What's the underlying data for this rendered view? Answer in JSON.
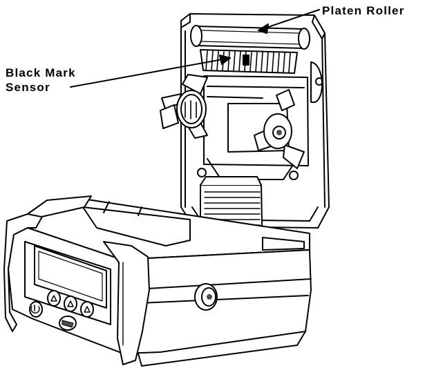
{
  "figure": {
    "callouts": [
      {
        "id": "platen",
        "lines": [
          "Platen Roller"
        ]
      },
      {
        "id": "sensor",
        "lines": [
          "Black Mark",
          "Sensor"
        ]
      }
    ],
    "colors": {
      "ink": "#000000",
      "fill": "#ffffff",
      "shade": "#d9d9d9",
      "dark": "#4d4d4d"
    }
  }
}
